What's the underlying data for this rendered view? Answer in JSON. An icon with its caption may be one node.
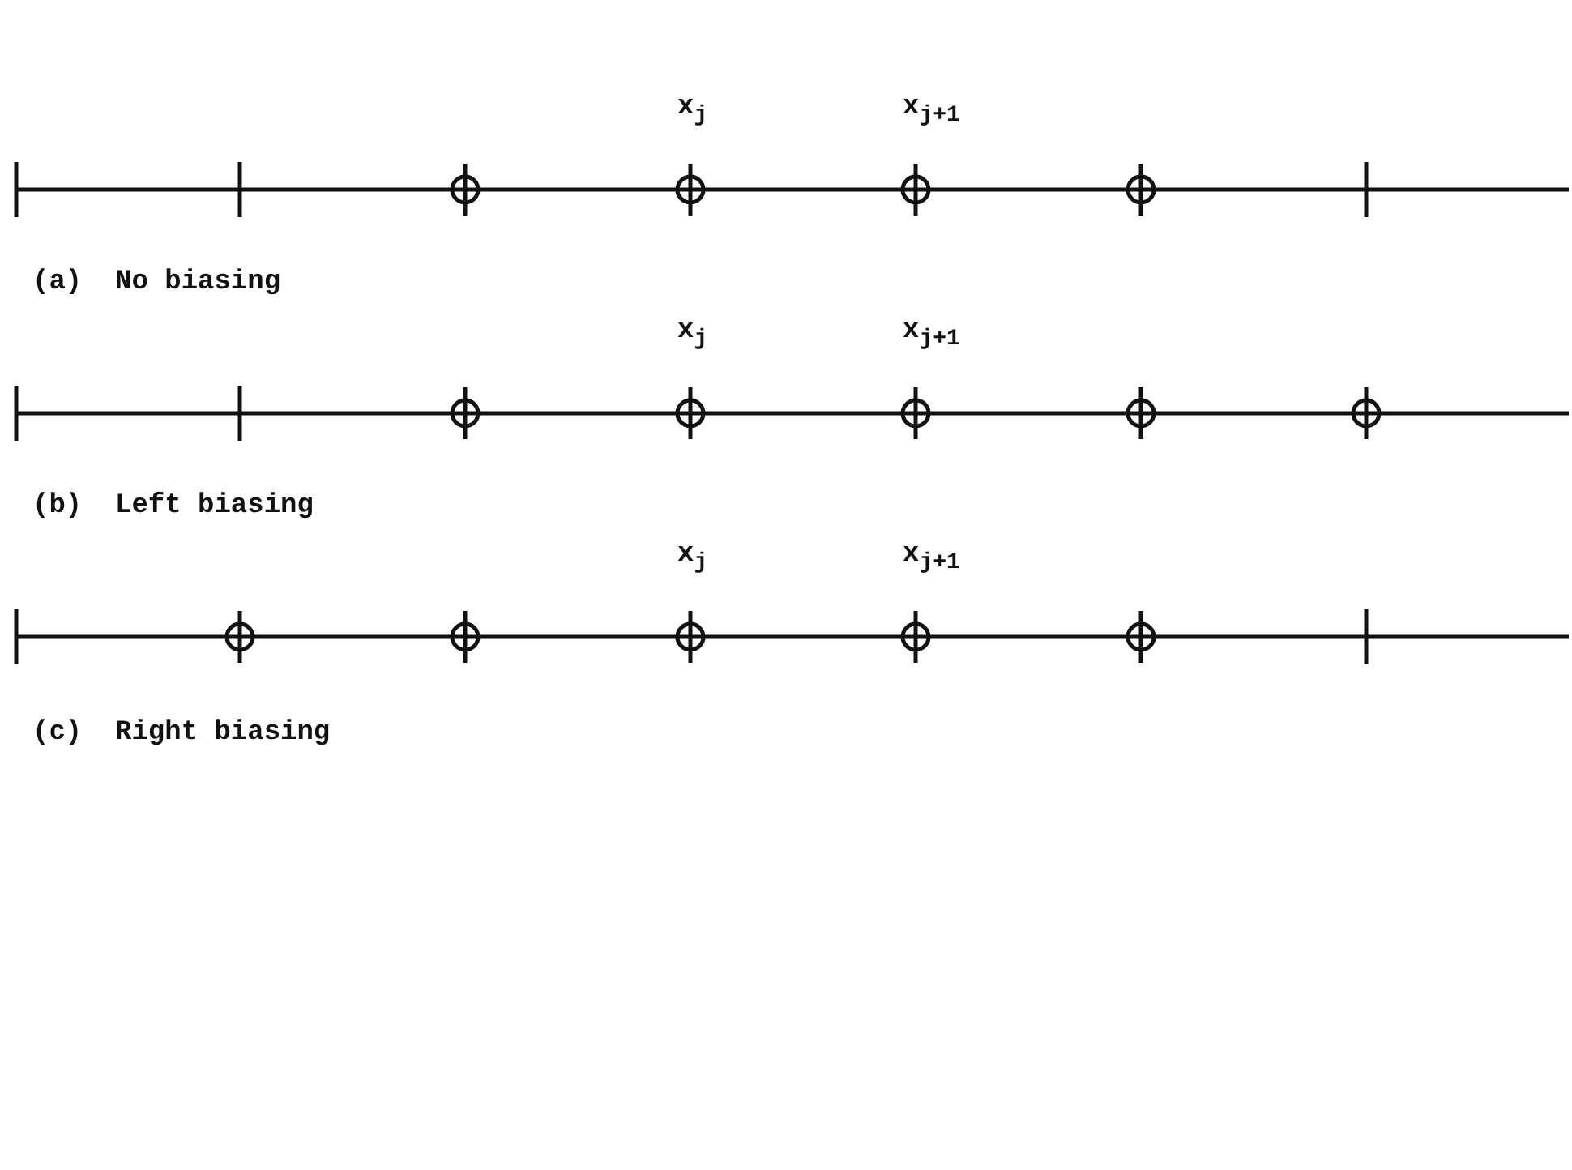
{
  "diagram": {
    "labels": [
      "x$_{j}$",
      "x$_{j+1}$",
      "(a)  No biasing",
      "x$_{j}$",
      "x$_{j+1}$",
      "(b)  Left biasing",
      "x$_{j}$",
      "x$_{j+1}$",
      "(c)  Right biasing"
    ]
  }
}
